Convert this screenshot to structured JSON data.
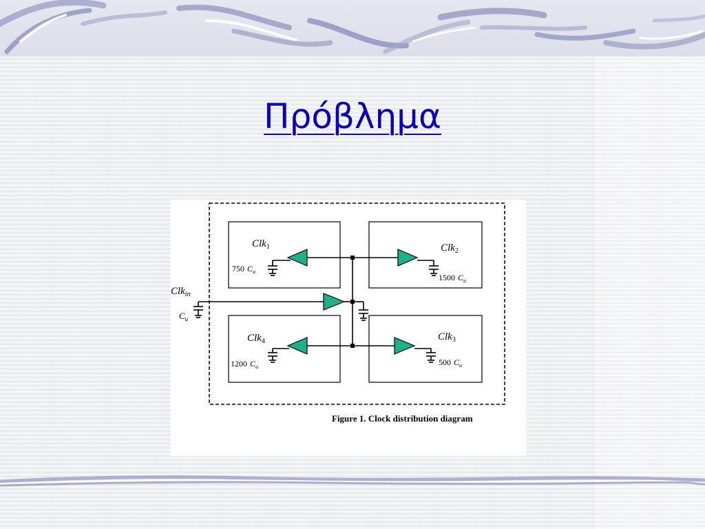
{
  "slide": {
    "title": "Πρόβλημα"
  },
  "diagram": {
    "caption": "Figure 1.  Clock distribution diagram",
    "input": {
      "clock_name": "Clk",
      "clock_sub": "in",
      "cap_label": "C",
      "cap_sub": "u"
    },
    "blocks": [
      {
        "id": "clk1",
        "name": "Clk",
        "sub": "1",
        "cap_value": "750",
        "cap_unit": "C",
        "cap_unit_sub": "u"
      },
      {
        "id": "clk2",
        "name": "Clk",
        "sub": "2",
        "cap_value": "1500",
        "cap_unit": "C",
        "cap_unit_sub": "u"
      },
      {
        "id": "clk3",
        "name": "Clk",
        "sub": "3",
        "cap_value": "500",
        "cap_unit": "C",
        "cap_unit_sub": "u"
      },
      {
        "id": "clk4",
        "name": "Clk",
        "sub": "4",
        "cap_value": "1200",
        "cap_unit": "C",
        "cap_unit_sub": "u"
      }
    ],
    "colors": {
      "buffer_fill": "#1fb08a",
      "wire": "#000000",
      "title": "#0c00b8",
      "band_stroke": "#8c8fb8"
    }
  }
}
